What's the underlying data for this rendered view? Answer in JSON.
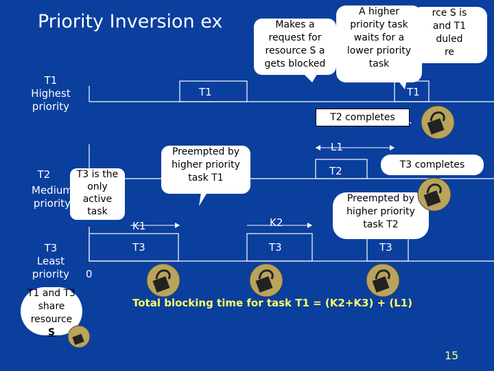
{
  "slide": {
    "title": "Priority Inversion ex",
    "page_number": "15",
    "colors": {
      "background": "#0a3f9e",
      "caption": "#ffff66",
      "callout": "#ffffff"
    }
  },
  "labels": {
    "t1": [
      "T1",
      "Highest",
      "priority"
    ],
    "t2_prefix": "T2",
    "t2": [
      "Medium",
      "priority"
    ],
    "t3": [
      "T3",
      "Least",
      "priority"
    ],
    "share": [
      "T1 and T3",
      "share",
      "resource",
      "S"
    ],
    "zero": "0"
  },
  "boxes": {
    "t1_top": "T1",
    "t1_right": "T1",
    "t2_complete": "T2 completes",
    "l1": "L1",
    "t2_box": "T2",
    "k1": "K1",
    "k2": "K2",
    "t3_a": "T3",
    "t3_b": "T3",
    "t3_c": "T3"
  },
  "bubbles": {
    "makes_request": [
      "Makes a",
      "request for",
      "resource S a",
      "gets blocked"
    ],
    "higher_waits": [
      "A higher",
      "priority task",
      "waits for a",
      "lower priority",
      "task"
    ],
    "resource_right": [
      "rce S is",
      "and T1",
      "duled",
      "re"
    ],
    "preempted_t1": [
      "Preempted by",
      "higher priority",
      "task T1"
    ],
    "t3_only": [
      "T3 is the",
      "only",
      "active",
      "task"
    ],
    "t3_completes": "T3 completes",
    "preempted_t2": [
      "Preempted by",
      "higher priority",
      "task T2"
    ]
  },
  "caption": "Total blocking time for task T1 = (K2+K3) + (L1)",
  "icons": [
    "lock-icon",
    "lock-icon",
    "lock-icon",
    "lock-icon",
    "lock-icon",
    "lock-icon",
    "lock-icon"
  ]
}
